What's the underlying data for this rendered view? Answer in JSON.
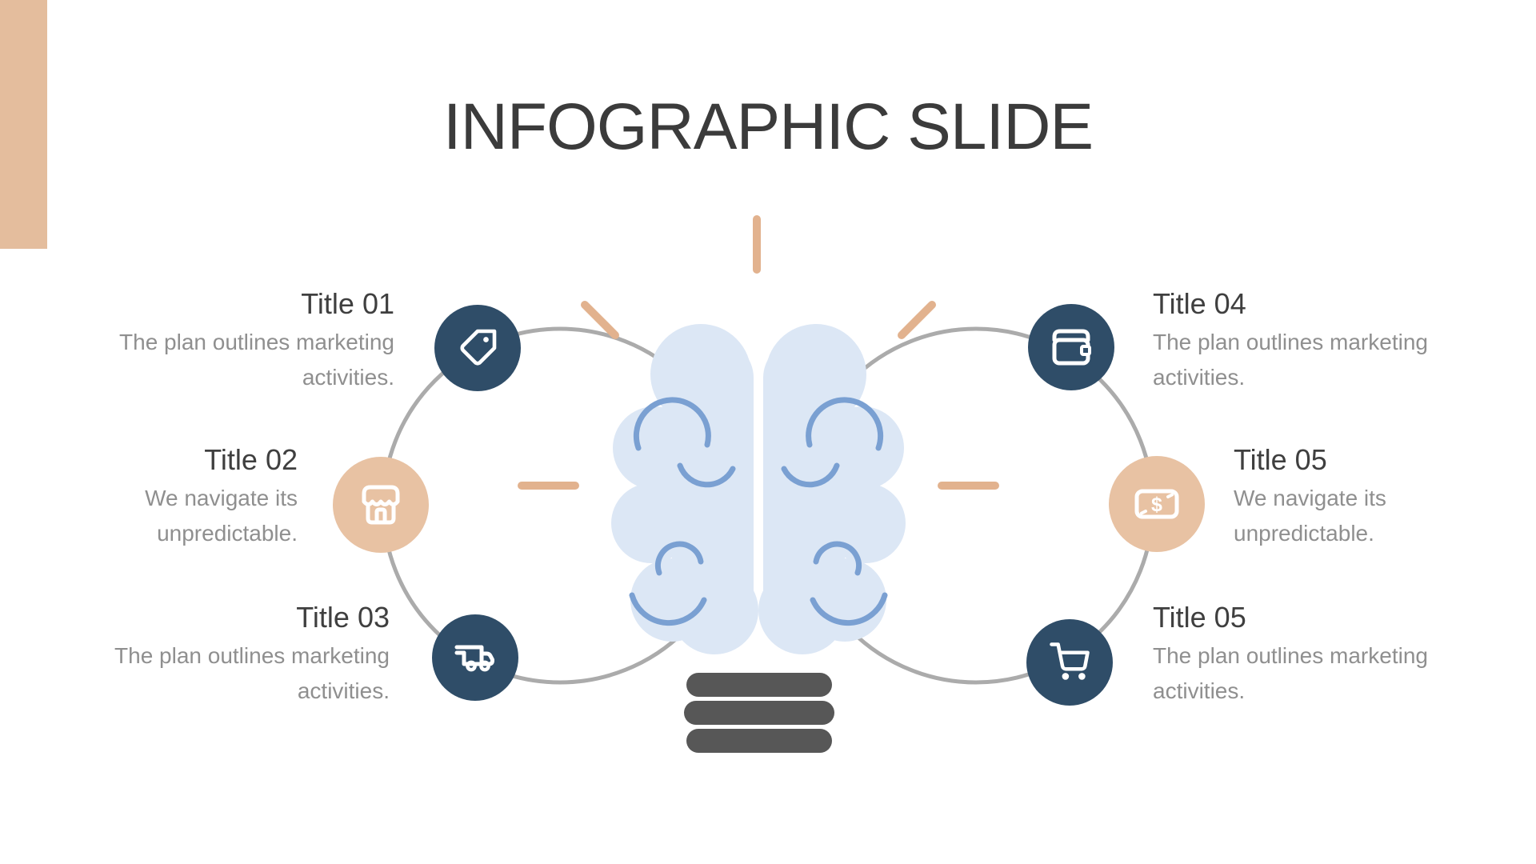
{
  "slide": {
    "title": "INFOGRAPHIC SLIDE"
  },
  "colors": {
    "accent_tan_bar": "#e4bd9d",
    "navy_circle": "#2f4d68",
    "tan_circle": "#e8c2a3",
    "ray_tan": "#e2b28e",
    "brain_fill": "#dce7f5",
    "brain_stroke": "#7aa0d2",
    "orbit_gray": "#ababab",
    "bulb_base_gray": "#575757",
    "title_text": "#3b3b3b",
    "heading_text": "#3f3f3f",
    "body_text": "#8f8f8f",
    "icon_white": "#ffffff"
  },
  "items": [
    {
      "title": "Title 01",
      "description": "The plan outlines marketing activities.",
      "icon": "tag-icon",
      "circle_color": "#2f4d68",
      "side": "left"
    },
    {
      "title": "Title 02",
      "description": "We navigate its unpredictable.",
      "icon": "storefront-icon",
      "circle_color": "#e8c2a3",
      "side": "left"
    },
    {
      "title": "Title 03",
      "description": "The plan outlines marketing activities.",
      "icon": "delivery-truck-icon",
      "circle_color": "#2f4d68",
      "side": "left"
    },
    {
      "title": "Title 04",
      "description": "The plan outlines marketing activities.",
      "icon": "wallet-icon",
      "circle_color": "#2f4d68",
      "side": "right"
    },
    {
      "title": "Title 05",
      "description": "We navigate its unpredictable.",
      "icon": "banknote-icon",
      "circle_color": "#e8c2a3",
      "side": "right"
    },
    {
      "title": "Title 05",
      "description": "The plan outlines marketing activities.",
      "icon": "shopping-cart-icon",
      "circle_color": "#2f4d68",
      "side": "right"
    }
  ],
  "icons": {
    "dollar_glyph": "$"
  }
}
